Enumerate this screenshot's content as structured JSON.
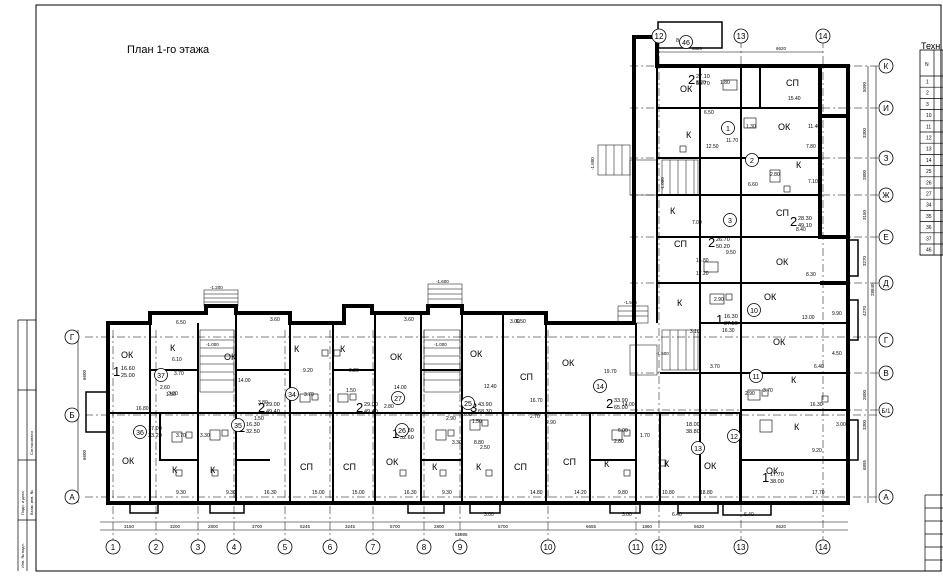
{
  "title": "План 1-го этажа",
  "tech_table_title": "Техн",
  "tech_table": {
    "header": "N",
    "rows": [
      "1",
      "2",
      "3",
      "10",
      "11",
      "12",
      "13",
      "14",
      "25",
      "26",
      "27",
      "34",
      "35",
      "36",
      "37",
      "46"
    ]
  },
  "axes_bottom": [
    "1",
    "2",
    "3",
    "4",
    "5",
    "6",
    "7",
    "8",
    "9",
    "10",
    "11",
    "12",
    "13",
    "14"
  ],
  "axes_top": [
    "12",
    "13",
    "14"
  ],
  "axes_left": [
    "Г",
    "Б",
    "А"
  ],
  "axes_right": [
    "К",
    "И",
    "З",
    "Ж",
    "Е",
    "Д",
    "Г",
    "В",
    "Б/1",
    "А"
  ],
  "dims_bottom": [
    "3150",
    "3200",
    "2800",
    "3700",
    "5245",
    "3245",
    "5700",
    "2800",
    "5700",
    "6655",
    "1860",
    "6620",
    "6620",
    "51895"
  ],
  "dims_top": [
    "6620",
    "6620"
  ],
  "dims_right": [
    "5090",
    "3300",
    "2800",
    "3150",
    "3270",
    "4270",
    "2600",
    "3300",
    "6895",
    "28840"
  ],
  "dims_left": [
    "6600",
    "6600"
  ],
  "level_marks": [
    "-1.200",
    "-1.600",
    "-1.500",
    "-1.600",
    "-1.500",
    "-1.000",
    "-1.000",
    "-1.000"
  ],
  "apartments": [
    {
      "id": "37",
      "rooms": "1",
      "total": "16.60",
      "living": "25.00"
    },
    {
      "id": "36",
      "rooms": "",
      "total": "17.00",
      "living": "33.20"
    },
    {
      "id": "35",
      "rooms": "1",
      "total": "16.30",
      "living": "32.50"
    },
    {
      "id": "34",
      "rooms": "2",
      "total": "29.00",
      "living": "49.40"
    },
    {
      "id": "27",
      "rooms": "2",
      "total": "29.00",
      "living": "49.40"
    },
    {
      "id": "26",
      "rooms": "1",
      "total": "16.30",
      "living": "32.60"
    },
    {
      "id": "25",
      "rooms": "3",
      "total": "43.90",
      "living": "68.30"
    },
    {
      "id": "14",
      "rooms": "2",
      "total": "33.90",
      "living": "65.00"
    },
    {
      "id": "13",
      "rooms": "",
      "total": "18.00",
      "living": "38.80"
    },
    {
      "id": "12",
      "rooms": "1",
      "total": "17.70",
      "living": "38.00"
    },
    {
      "id": "11",
      "rooms": "",
      "total": "",
      "living": ""
    },
    {
      "id": "10",
      "rooms": "1",
      "total": "16.30",
      "living": "37.50"
    },
    {
      "id": "3",
      "rooms": "2",
      "total": "26.70",
      "living": "50.20"
    },
    {
      "id": "2",
      "rooms": "2",
      "total": "28.30",
      "living": "49.10"
    },
    {
      "id": "1",
      "rooms": "2",
      "total": "27.10",
      "living": "50.70"
    },
    {
      "id": "46",
      "rooms": "",
      "total": "8.70",
      "living": ""
    }
  ],
  "room_labels": {
    "ok": "ОК",
    "k": "К",
    "sp": "СП",
    "lodg": "ОК"
  },
  "areas": [
    "6.50",
    "6.10",
    "3.70",
    "2.60",
    "16.80",
    "14.00",
    "3.60",
    "9.20",
    "9.20",
    "3.60",
    "14.00",
    "6.50",
    "12.40",
    "16.70",
    "2.70",
    "19.70",
    "14.00",
    "2.90",
    "3.70",
    "3.20",
    "9.30",
    "9.30",
    "16.30",
    "15.00",
    "15.00",
    "16.30",
    "9.30",
    "3.00",
    "14.80",
    "14.20",
    "9.80",
    "10.80",
    "18.80",
    "17.70",
    "3.00",
    "6.40",
    "3.00",
    "6.40",
    "3.00",
    "6.50",
    "15.40",
    "11.70",
    "7.80",
    "12.50",
    "11.40",
    "7.10",
    "6.60",
    "7.00",
    "8.40",
    "15.80",
    "9.50",
    "8.30",
    "17.20",
    "3.10",
    "13.00",
    "16.30",
    "4.50",
    "6.40",
    "16.30",
    "9.20",
    "9.90",
    "3.00",
    "1.80",
    "2.80",
    "1.30",
    "2.90",
    "3.70",
    "1.50",
    "1.50",
    "1.50",
    "1.50",
    "2.90",
    "2.80",
    "3.30",
    "2.50",
    "3.00",
    "3.30",
    "3.80",
    "3.70",
    "2.90",
    "3.70",
    "6.00",
    "1.70",
    "8.80",
    "6.80",
    "2.80"
  ],
  "frame_side_text": [
    "Согласовано",
    "Взам. инв. №",
    "Подп. и дата",
    "Инв. № подл."
  ]
}
